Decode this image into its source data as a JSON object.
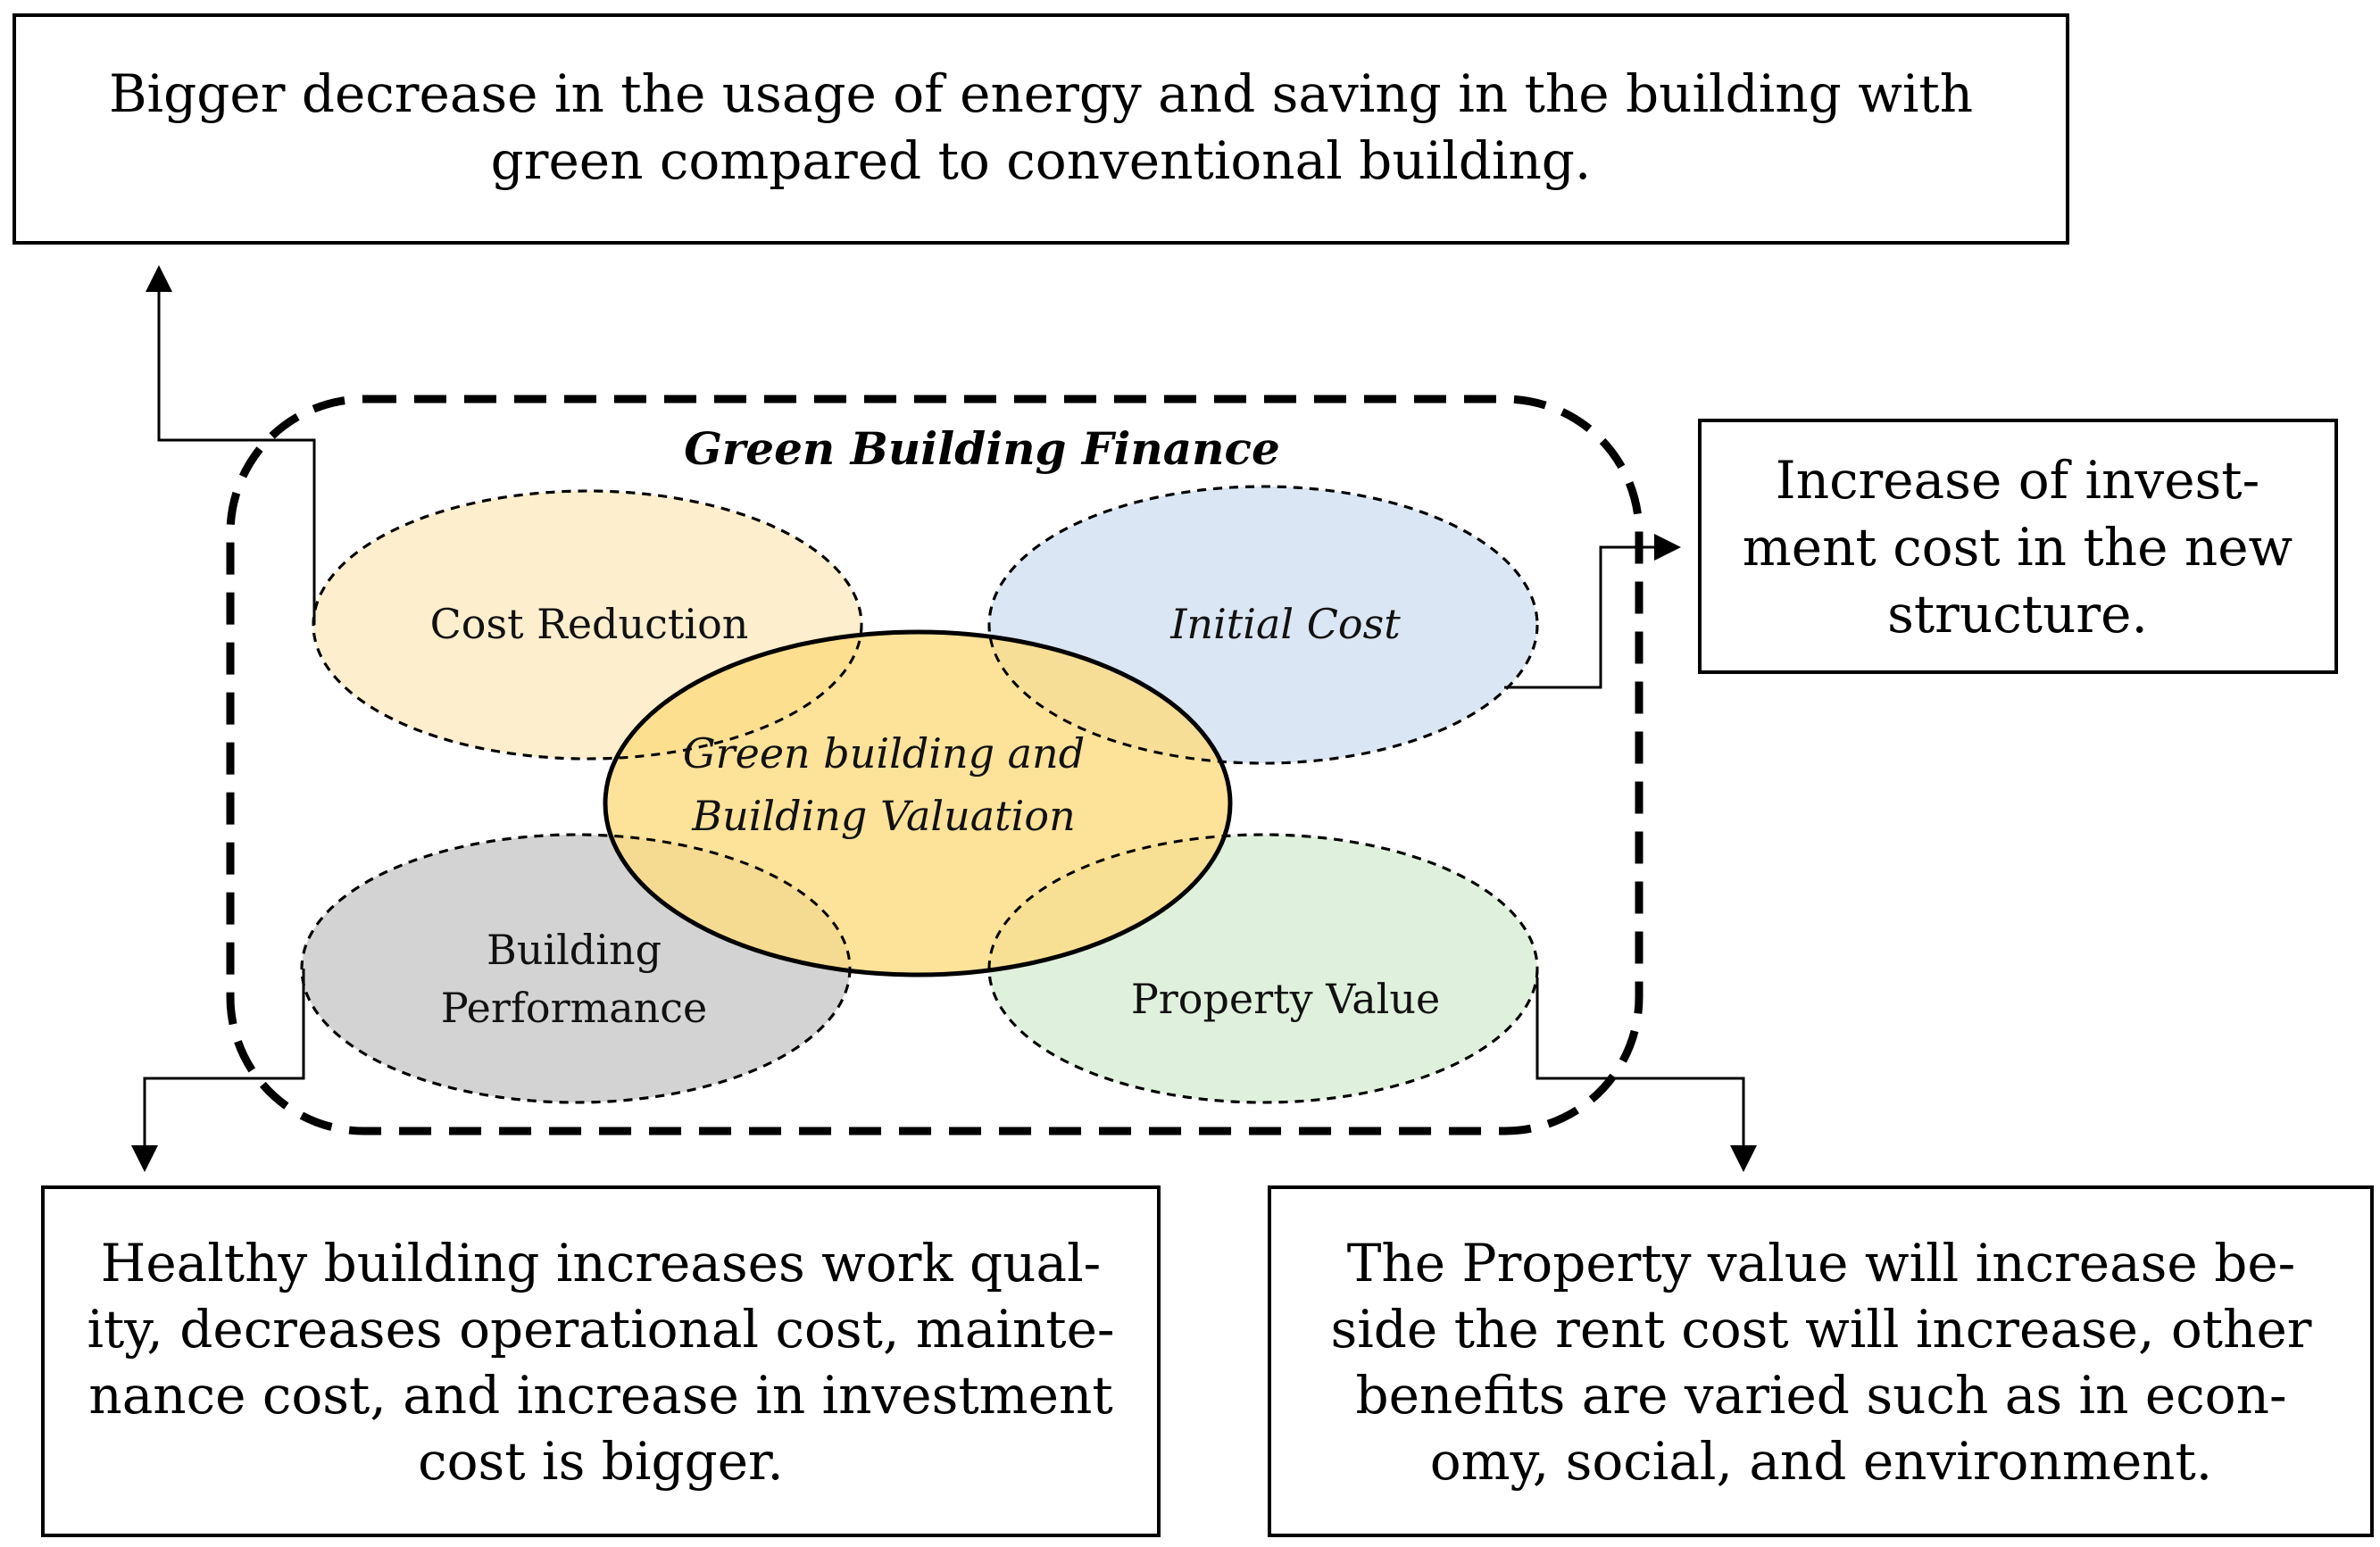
{
  "diagram": {
    "group_title": "Green Building Finance",
    "nodes": {
      "cost_reduction": {
        "label": "Cost Reduction",
        "fill": "#FDEBC4"
      },
      "initial_cost": {
        "label": "Initial Cost",
        "fill": "#D7E3F3"
      },
      "building_performance": {
        "line1": "Building",
        "line2": "Performance",
        "fill": "#CFCECE"
      },
      "property_value": {
        "label": "Property Value",
        "fill": "#DCEFD8"
      },
      "center": {
        "line1": "Green building and",
        "line2": "Building Valuation",
        "fill": "#FCDC82"
      }
    },
    "boxes": {
      "top": {
        "line1": "Bigger decrease in the usage of energy and saving in the building with",
        "line2": "green compared to conventional building."
      },
      "right": {
        "line1": "Increase of invest-",
        "line2": "ment cost in the new",
        "line3": "structure."
      },
      "bottom_left": {
        "line1": "Healthy building increases work qual-",
        "line2": "ity, decreases operational cost, mainte-",
        "line3": "nance cost, and increase in investment",
        "line4": "cost is bigger."
      },
      "bottom_right": {
        "line1": "The Property value will increase be-",
        "line2": "side the rent cost will increase, other",
        "line3": "benefits are varied such as in econ-",
        "line4": "omy, social, and environment."
      }
    }
  }
}
